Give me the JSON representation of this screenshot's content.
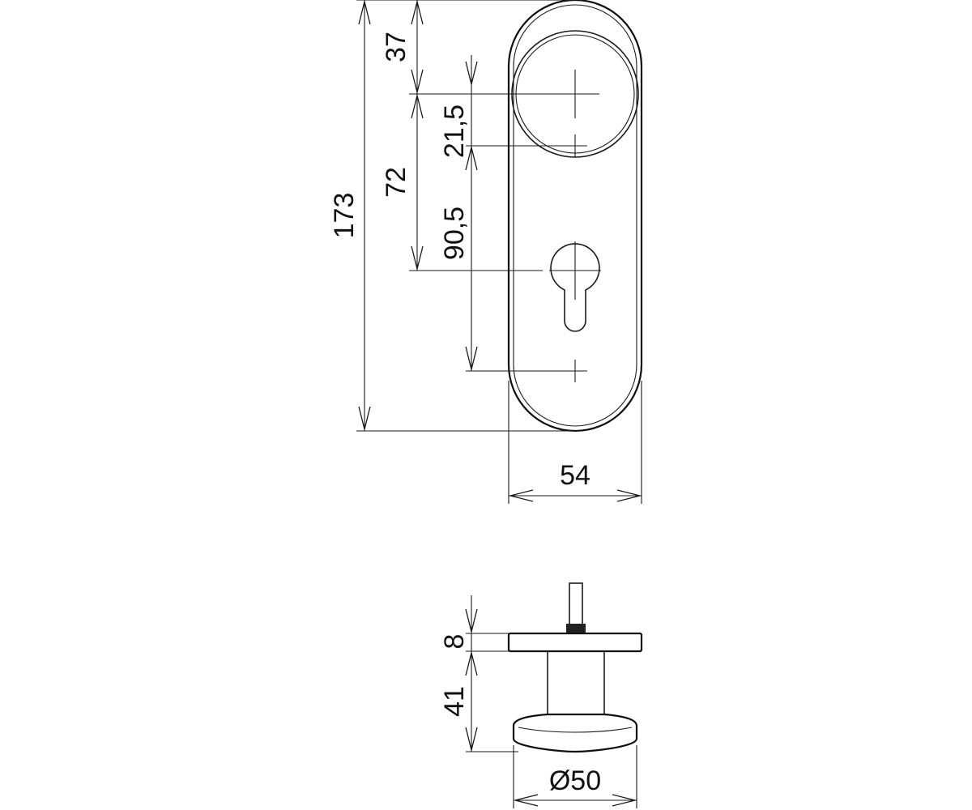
{
  "dimensions": {
    "total_height": "173",
    "top_offset": "37",
    "center_distance": "72",
    "screw_offset": "21,5",
    "screw_spacing": "90,5",
    "plate_width": "54",
    "rose_thickness": "8",
    "knob_projection": "41",
    "knob_diameter": "Ø50"
  }
}
